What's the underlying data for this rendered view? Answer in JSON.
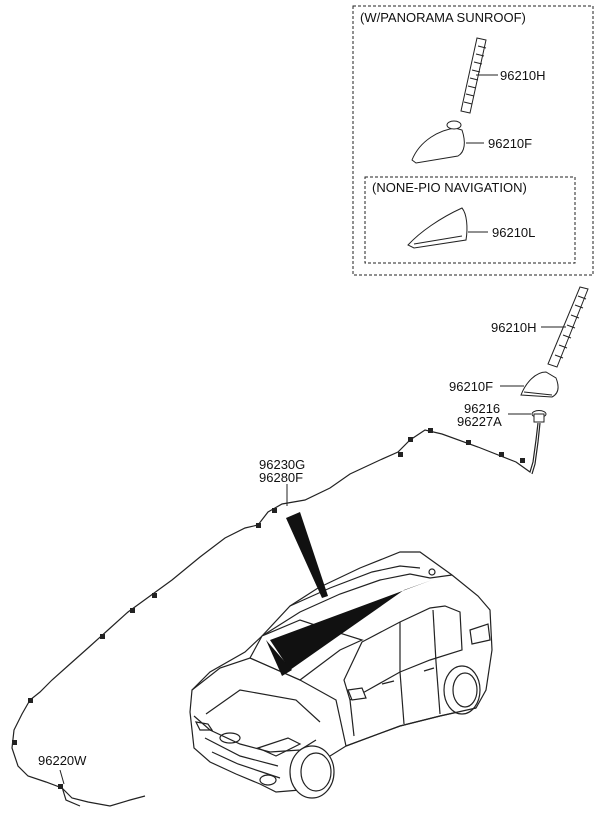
{
  "option_boxes": {
    "outer_title": "(W/PANORAMA SUNROOF)",
    "inner_title": "(NONE-PIO NAVIGATION)"
  },
  "parts": {
    "box_antenna_rod": "96210H",
    "box_antenna_base": "96210F",
    "box_shark_fin": "96210L",
    "antenna_rod": "96210H",
    "antenna_base": "96210F",
    "grommet_a": "96216",
    "grommet_b": "96227A",
    "cable_a": "96230G",
    "cable_b": "96280F",
    "main_cable": "96220W"
  }
}
